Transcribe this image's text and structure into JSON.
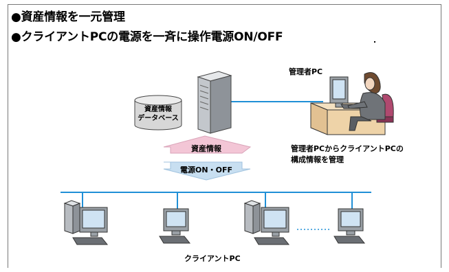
{
  "headlines": [
    "●資産情報を一元管理",
    "●クライアントPCの電源を一斉に操作電源ON/OFF"
  ],
  "database": {
    "line1": "資産情報",
    "line2": "データベース"
  },
  "arrows": {
    "up": "資産情報",
    "down": "電源ON・OFF"
  },
  "admin": {
    "label": "管理者PC",
    "caption_line1": "管理者PCからクライアントPCの",
    "caption_line2": "構成情報を管理"
  },
  "clients": {
    "label": "クライアントPC"
  },
  "colors": {
    "network_line": "#1f8fd6",
    "arrow_up_fill": "#f3c6d6",
    "arrow_down_fill": "#c8dff1",
    "server_body": "#bfc3c8",
    "monitor_screen": "#cfe3f3",
    "desk": "#f4e1c1",
    "chair": "#b0496f"
  }
}
